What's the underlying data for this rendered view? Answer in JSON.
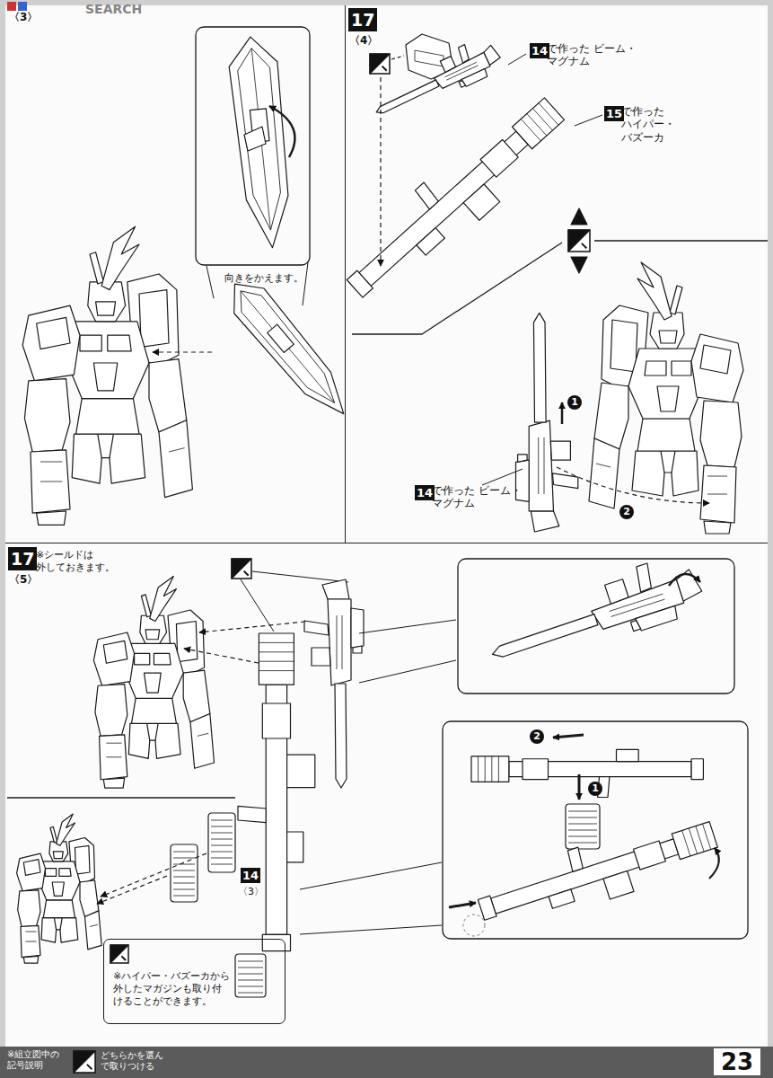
{
  "diagram": {
    "nodes": [
      {
        "text": [
          "〈3〉"
        ]
      },
      {
        "text": [
          "17",
          "〈4〉"
        ]
      },
      {
        "text": [
          "17",
          "〈5〉",
          "※シールドは 外しておきます。"
        ]
      },
      {
        "text": [
          "※ハイパー・バズーカから 外したマガジンも取り付 けることができます。"
        ],
        "in": 2
      }
    ],
    "labels": [
      "SEARCH",
      "向きをかえます。",
      "14",
      "で作った ビーム・マグナム",
      "15",
      "で作った ハイパー・バズーカ",
      "1",
      "2",
      "14",
      "で作った ビーム・マグナム",
      "2",
      "1",
      "14",
      "〈3〉",
      "※組立図中の 記号説明",
      "23"
    ],
    "legend": [
      {
        "text": "どちらかを選ん で取りつける"
      }
    ]
  }
}
